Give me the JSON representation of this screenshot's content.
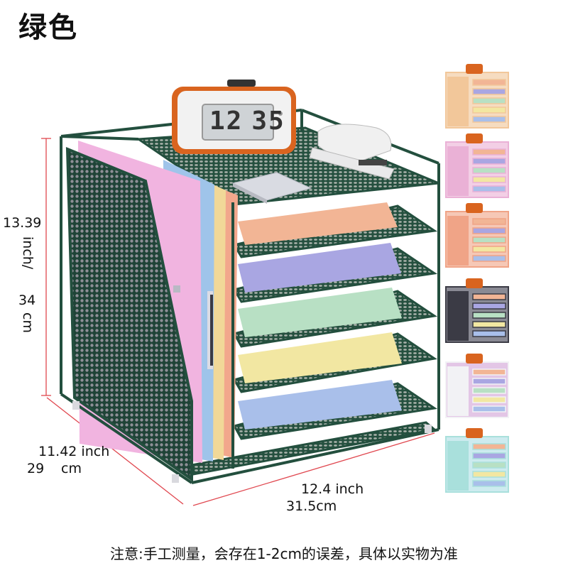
{
  "title": "绿色",
  "dimensions": {
    "height_inch": "13.39",
    "height_inch_unit": "inch/",
    "height_cm": "34",
    "height_cm_unit": "cm",
    "depth_inch": "11.42 inch",
    "depth_cm": "29",
    "depth_cm_unit": "cm",
    "width_inch": "12.4 inch",
    "width_cm": "31.5cm"
  },
  "clock": {
    "hours": "12",
    "minutes": "35"
  },
  "note": "注意:手工测量，会存在1-2cm的误差，具体以实物为准",
  "colors": {
    "frame": "#234f3e",
    "frame_light": "#2f6a53",
    "dimension_line": "#e0474f",
    "clock_body": "#d9641f",
    "folder_pink": "#f1b4e0",
    "folder_blue": "#9fc4ea",
    "folder_yellow": "#f1d898",
    "folder_orange": "#f2a78c"
  },
  "variants": [
    {
      "color": "#f2c79a",
      "accent": "#f6dcc0"
    },
    {
      "color": "#eab1d6",
      "accent": "#f3cfe5"
    },
    {
      "color": "#f0a487",
      "accent": "#f6c8b6"
    },
    {
      "color": "#3b3b45",
      "accent": "#8a8a94"
    },
    {
      "color": "#f2f2f5",
      "accent": "#e3c6e6"
    },
    {
      "color": "#a9e0dc",
      "accent": "#cdebef"
    }
  ]
}
